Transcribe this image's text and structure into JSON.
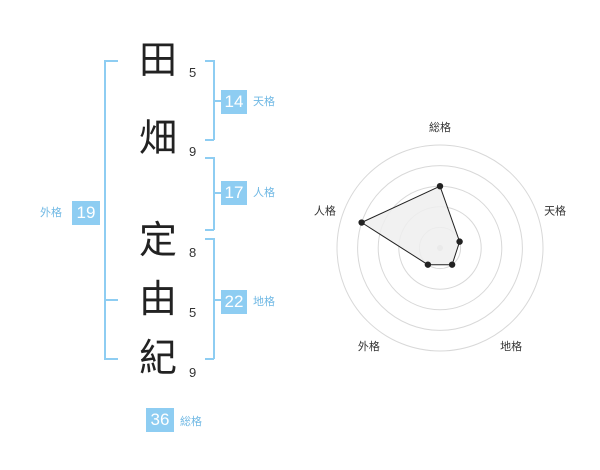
{
  "characters": [
    {
      "kanji": "田",
      "strokes": "5"
    },
    {
      "kanji": "畑",
      "strokes": "9"
    },
    {
      "kanji": "定",
      "strokes": "8"
    },
    {
      "kanji": "由",
      "strokes": "5"
    },
    {
      "kanji": "紀",
      "strokes": "9"
    }
  ],
  "fortunes": {
    "tenkaku": {
      "value": "14",
      "label": "天格"
    },
    "jinkaku": {
      "value": "17",
      "label": "人格"
    },
    "chikaku": {
      "value": "22",
      "label": "地格"
    },
    "gaikaku": {
      "value": "19",
      "label": "外格"
    },
    "soukaku": {
      "value": "36",
      "label": "総格"
    }
  },
  "radar": {
    "labels": [
      "総格",
      "天格",
      "地格",
      "外格",
      "人格"
    ],
    "values": [
      3,
      1,
      1,
      1,
      4
    ],
    "max": 5,
    "fill_color": "#eeeeee",
    "line_color": "#222222"
  },
  "colors": {
    "accent": "#8ecdf2",
    "label_text": "#6fb8e4"
  }
}
